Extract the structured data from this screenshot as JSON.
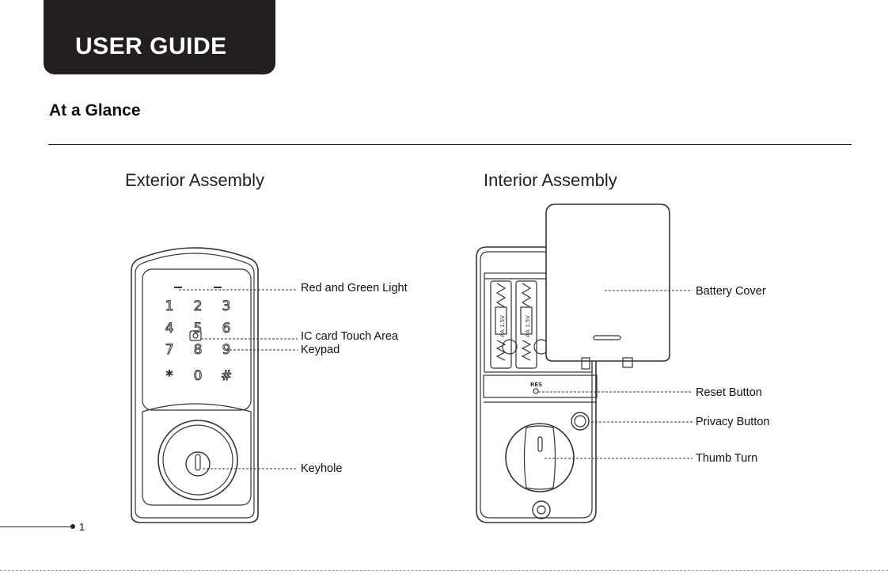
{
  "header": {
    "title": "USER GUIDE"
  },
  "section": {
    "title": "At a Glance"
  },
  "exterior": {
    "heading": "Exterior Assembly",
    "keys": [
      "1",
      "2",
      "3",
      "4",
      "5",
      "6",
      "7",
      "8",
      "9",
      "*",
      "0",
      "#"
    ],
    "callouts": {
      "light": "Red and Green Light",
      "ic_card": "IC card Touch Area",
      "keypad": "Keypad",
      "keyhole": "Keyhole"
    }
  },
  "interior": {
    "heading": "Interior Assembly",
    "battery_label": "AA 1.5V",
    "res_label": "RES",
    "callouts": {
      "battery_cover": "Battery Cover",
      "reset": "Reset Button",
      "privacy": "Privacy Button",
      "thumb_turn": "Thumb Turn"
    }
  },
  "footer": {
    "page_number": "1"
  }
}
